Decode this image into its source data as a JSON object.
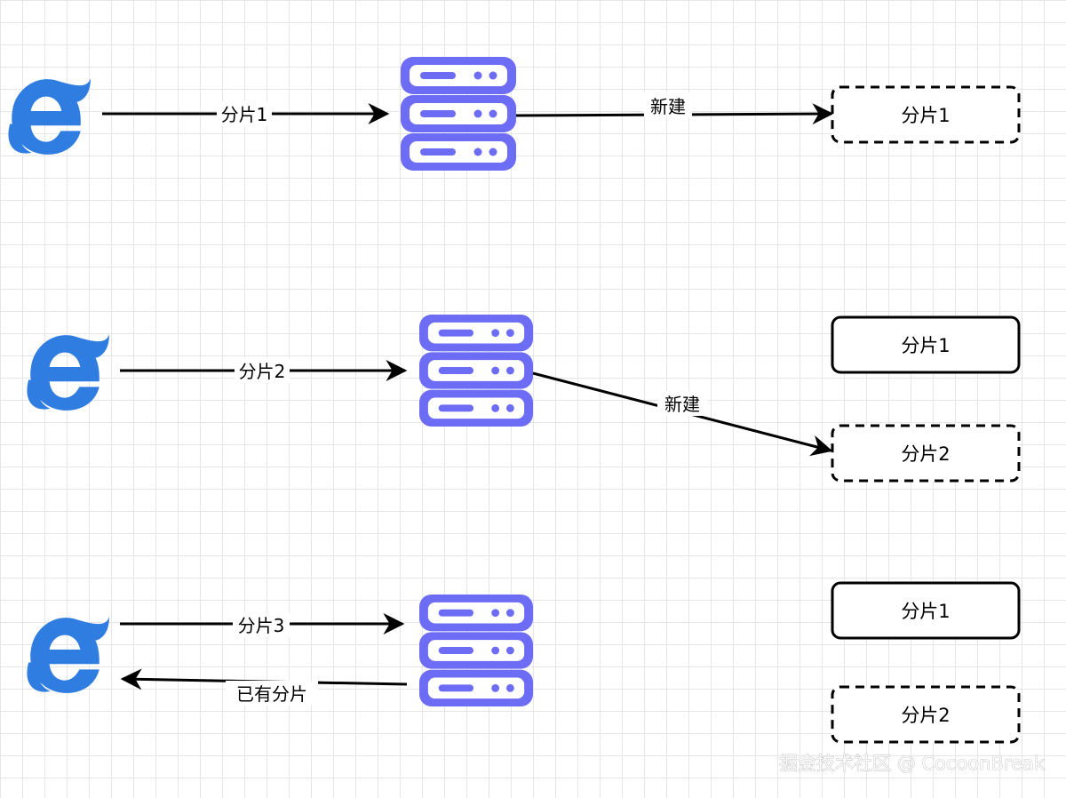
{
  "colors": {
    "browser_icon": "#2f7de1",
    "server_icon": "#6c6cf5",
    "line": "#000000"
  },
  "icons": {
    "browser": "internet-explorer-icon",
    "server": "server-rack-icon"
  },
  "rows": [
    {
      "request_label": "分片1",
      "server_action_label": "新建",
      "boxes": [
        {
          "label": "分片1",
          "style": "dashed"
        }
      ]
    },
    {
      "request_label": "分片2",
      "server_action_label": "新建",
      "boxes": [
        {
          "label": "分片1",
          "style": "solid"
        },
        {
          "label": "分片2",
          "style": "dashed"
        }
      ]
    },
    {
      "request_label": "分片3",
      "response_label": "已有分片",
      "boxes": [
        {
          "label": "分片1",
          "style": "solid"
        },
        {
          "label": "分片2",
          "style": "dashed"
        }
      ]
    }
  ],
  "watermark": "掘金技术社区 @ CocoonBreak"
}
